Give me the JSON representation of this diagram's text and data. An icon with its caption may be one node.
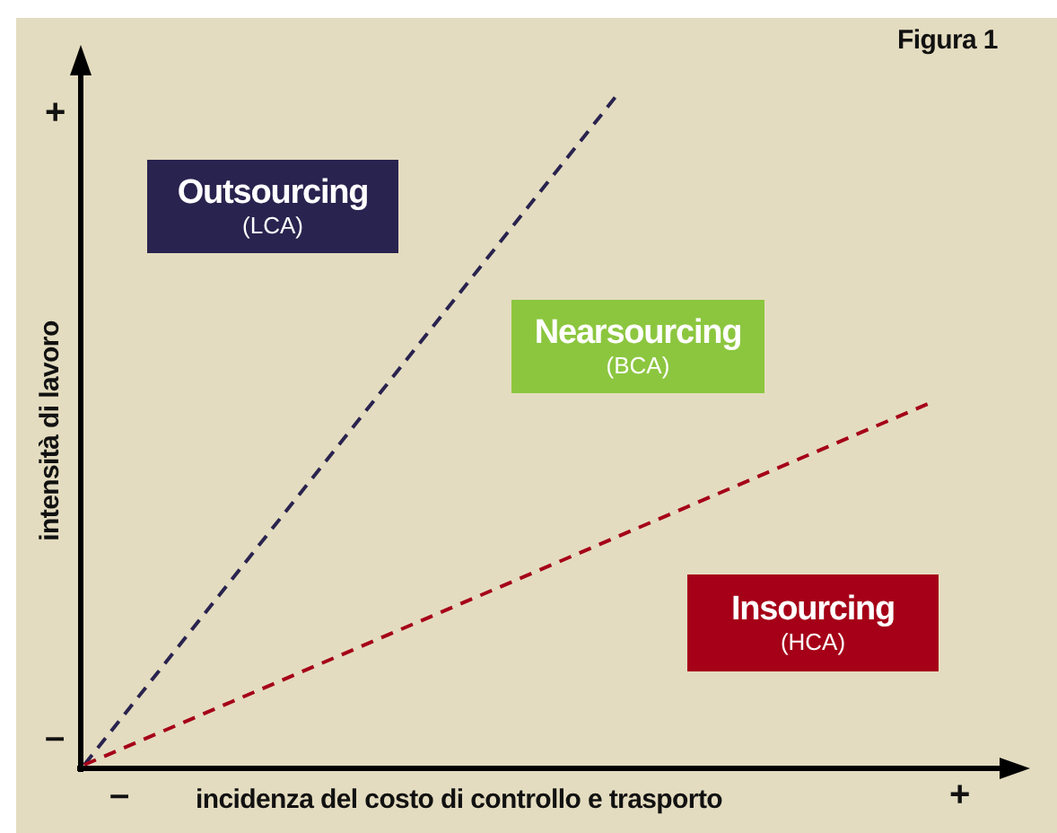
{
  "diagram": {
    "nodes": [
      {
        "text": [
          "Outsourcing",
          "(LCA)"
        ]
      },
      {
        "text": [
          "Nearsourcing",
          "(BCA)"
        ]
      },
      {
        "text": [
          "Insourcing",
          "(HCA)"
        ]
      }
    ],
    "labels": [
      "Figura 1",
      "+",
      "intensità di lavoro",
      "–",
      "–",
      "incidenza del costo di controllo e trasporto",
      "+"
    ]
  }
}
